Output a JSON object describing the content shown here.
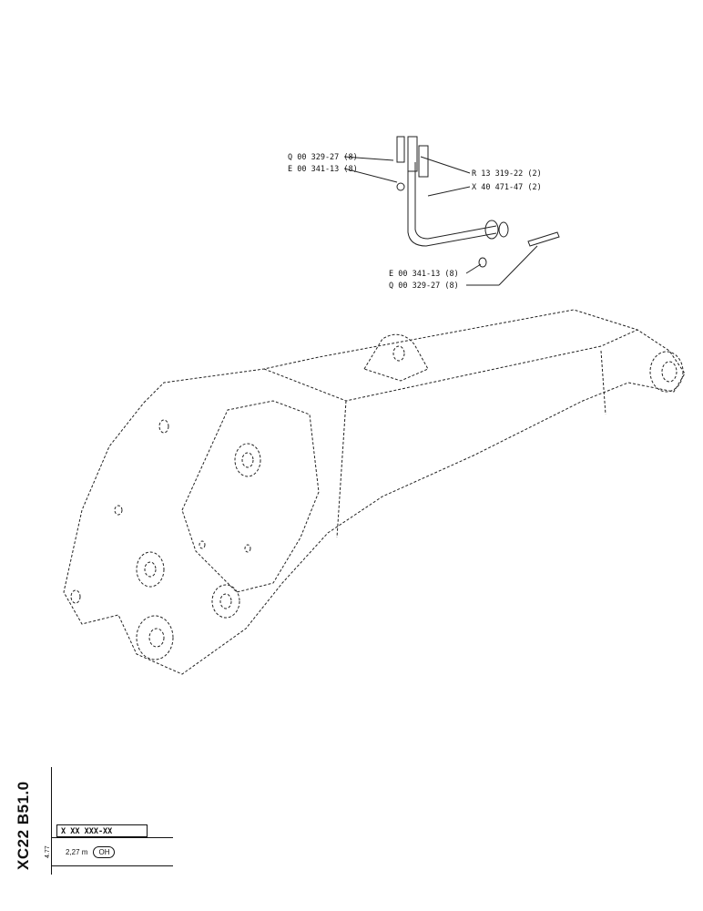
{
  "callouts": {
    "top_left_1": "Q 00 329-27 (8)",
    "top_left_2": "E 00 341-13 (8)",
    "top_right_1": "R 13 319-22 (2)",
    "top_right_2": "X 40 471-47 (2)",
    "bottom_1": "E 00 341-13 (8)",
    "bottom_2": "Q 00 329-27 (8)"
  },
  "title_block": {
    "side_code": "XC22 B51.0",
    "page_number": "4.77",
    "part_number": "X XX XXX-XX",
    "description": "2,27 m",
    "variant": "OH"
  }
}
